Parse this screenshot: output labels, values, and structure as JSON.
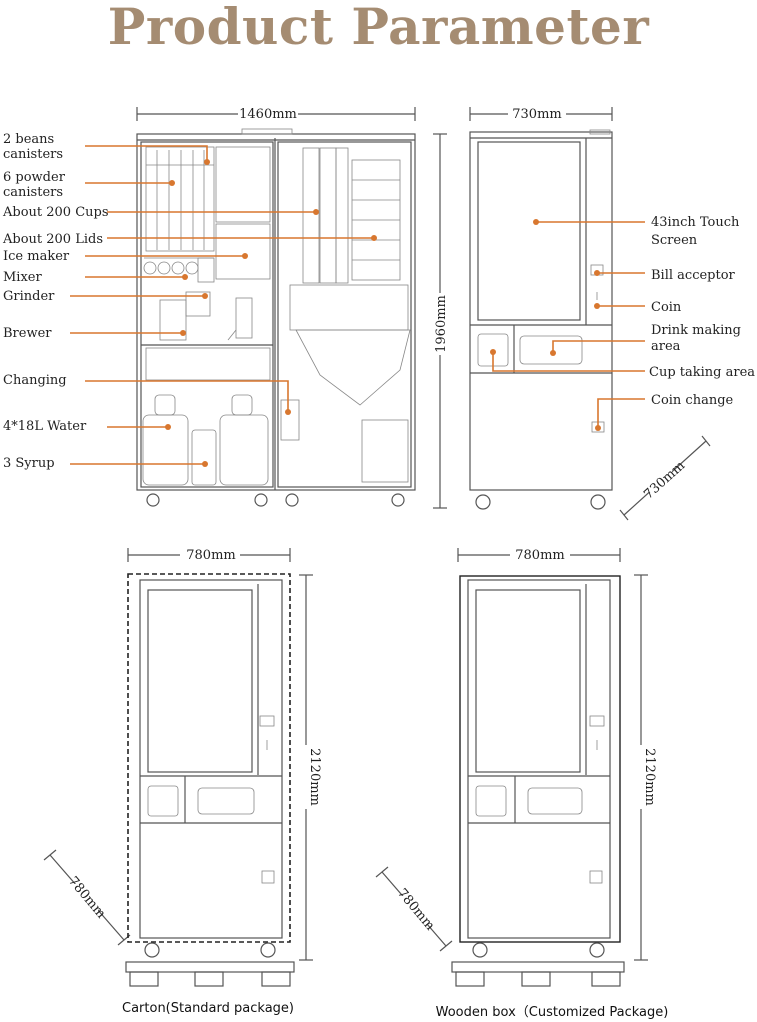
{
  "title": "Product Parameter",
  "accent_color": "#d8772f",
  "title_color": "#a58c72",
  "interior_view": {
    "width_label": "1460mm",
    "height_label": "1960mm",
    "callouts": [
      [
        "2 beans",
        "canisters"
      ],
      [
        "6 powder",
        "canisters"
      ],
      [
        "About 200 Cups"
      ],
      [
        "About 200 Lids"
      ],
      [
        "Ice maker"
      ],
      [
        "Mixer"
      ],
      [
        "Grinder"
      ],
      [
        "Brewer"
      ],
      [
        "Changing"
      ],
      [
        "4*18L Water"
      ],
      [
        "3 Syrup"
      ]
    ]
  },
  "front_view": {
    "width_label": "730mm",
    "depth_label": "730mm",
    "callouts": [
      [
        "43inch Touch",
        "Screen"
      ],
      [
        "Bill acceptor"
      ],
      [
        "Coin"
      ],
      [
        "Drink making",
        "area"
      ],
      [
        "Cup taking area"
      ],
      [
        "Coin change"
      ]
    ]
  },
  "packages": [
    {
      "width_label": "780mm",
      "height_label": "2120mm",
      "depth_label": "780mm",
      "caption": "Carton(Standard package)"
    },
    {
      "width_label": "780mm",
      "height_label": "2120mm",
      "depth_label": "780mm",
      "caption": "Wooden box（Customized Package)"
    }
  ]
}
